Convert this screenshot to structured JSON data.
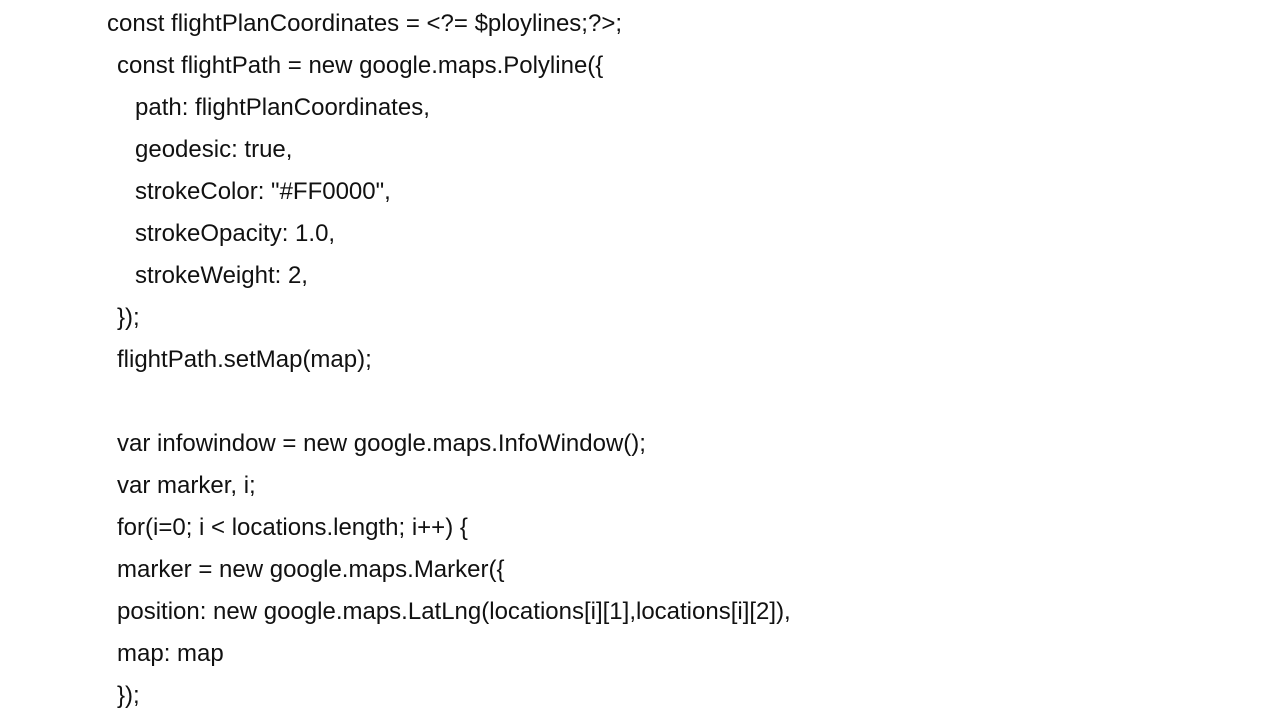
{
  "code": {
    "lines": [
      "const flightPlanCoordinates = <?= $ploylines;?>;",
      "const flightPath = new google.maps.Polyline({",
      "path: flightPlanCoordinates,",
      "geodesic: true,",
      "strokeColor: \"#FF0000\",",
      "strokeOpacity: 1.0,",
      "strokeWeight: 2,",
      "});",
      "flightPath.setMap(map);",
      "var infowindow = new google.maps.InfoWindow();",
      "var marker, i;",
      "for(i=0; i < locations.length; i++) {",
      "marker = new google.maps.Marker({",
      "position: new google.maps.LatLng(locations[i][1],locations[i][2]),",
      "map: map",
      "});"
    ]
  }
}
